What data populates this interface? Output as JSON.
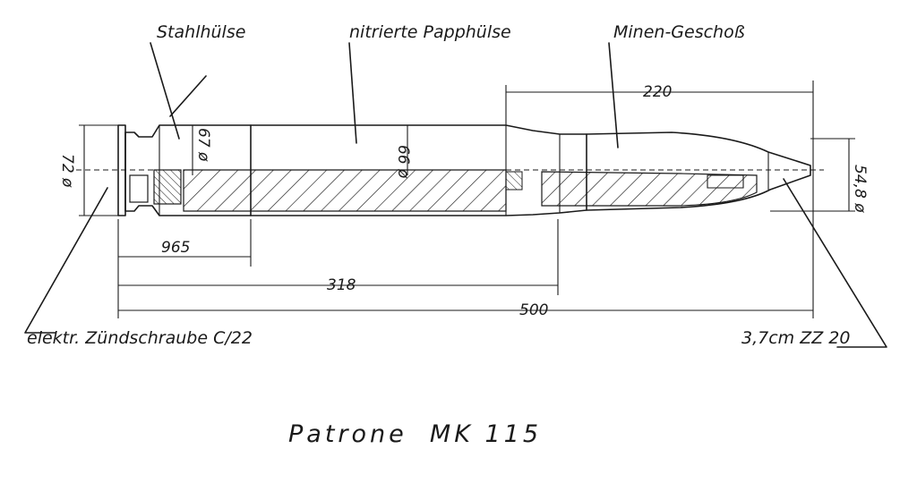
{
  "labels": {
    "steel_case": "Stahlhülse",
    "nitrided_cardboard_case": "nitrierte Papphülse",
    "mine_projectile": "Minen-Geschoß",
    "primer": "elektr. Zündschraube C/22",
    "fuze": "3,7cm ZZ 20"
  },
  "dimensions": {
    "d_base": "72 ø",
    "d_case": "67 ø",
    "d_body": "66 ø",
    "d_nose": "54,8 ø",
    "len_965": "965",
    "len_318": "318",
    "len_500": "500",
    "len_220": "220"
  },
  "title": "Patrone  MK 115",
  "colors": {
    "ink": "#1a1a1a",
    "paper": "#ffffff"
  }
}
